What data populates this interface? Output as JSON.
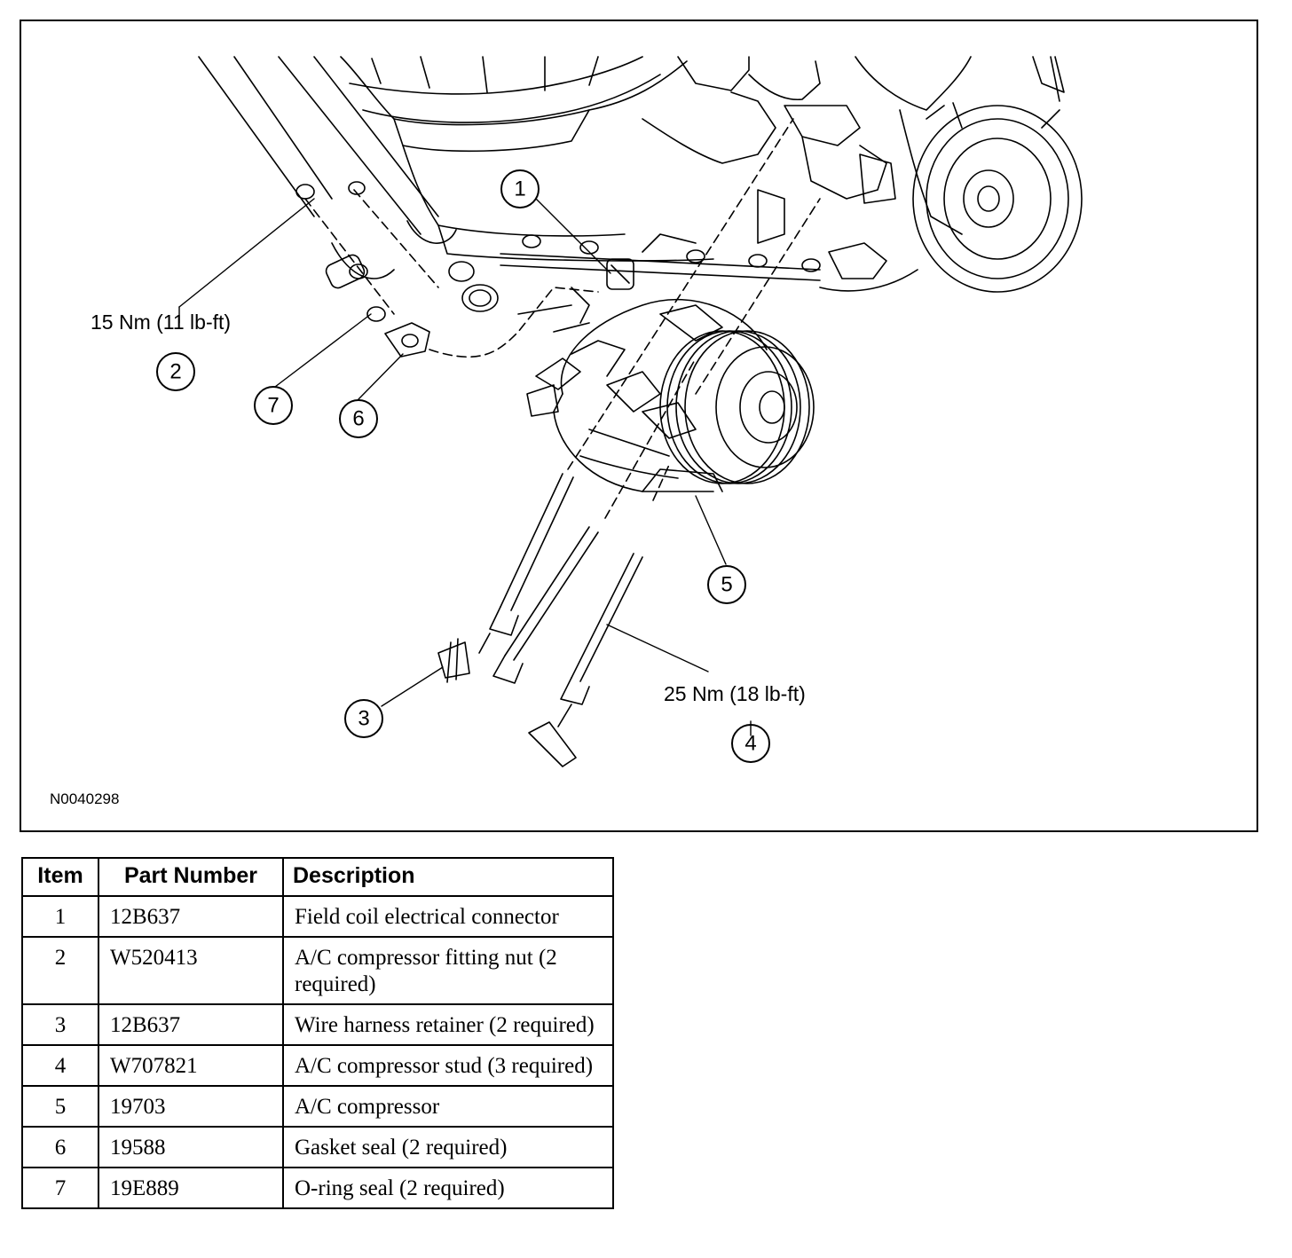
{
  "figure": {
    "figure_id": "N0040298",
    "torque_labels": {
      "nut": "15 Nm (11 lb-ft)",
      "stud": "25 Nm (18 lb-ft)"
    },
    "callouts": [
      "1",
      "2",
      "3",
      "4",
      "5",
      "6",
      "7"
    ]
  },
  "table": {
    "headers": {
      "item": "Item",
      "part_number": "Part Number",
      "description": "Description"
    },
    "rows": [
      {
        "item": "1",
        "part_number": "12B637",
        "description": "Field coil electrical connector"
      },
      {
        "item": "2",
        "part_number": "W520413",
        "description": "A/C compressor fitting nut (2 required)"
      },
      {
        "item": "3",
        "part_number": "12B637",
        "description": "Wire harness retainer (2 required)"
      },
      {
        "item": "4",
        "part_number": "W707821",
        "description": "A/C compressor stud (3 required)"
      },
      {
        "item": "5",
        "part_number": "19703",
        "description": "A/C compressor"
      },
      {
        "item": "6",
        "part_number": "19588",
        "description": "Gasket seal (2 required)"
      },
      {
        "item": "7",
        "part_number": "19E889",
        "description": "O-ring seal (2 required)"
      }
    ]
  }
}
